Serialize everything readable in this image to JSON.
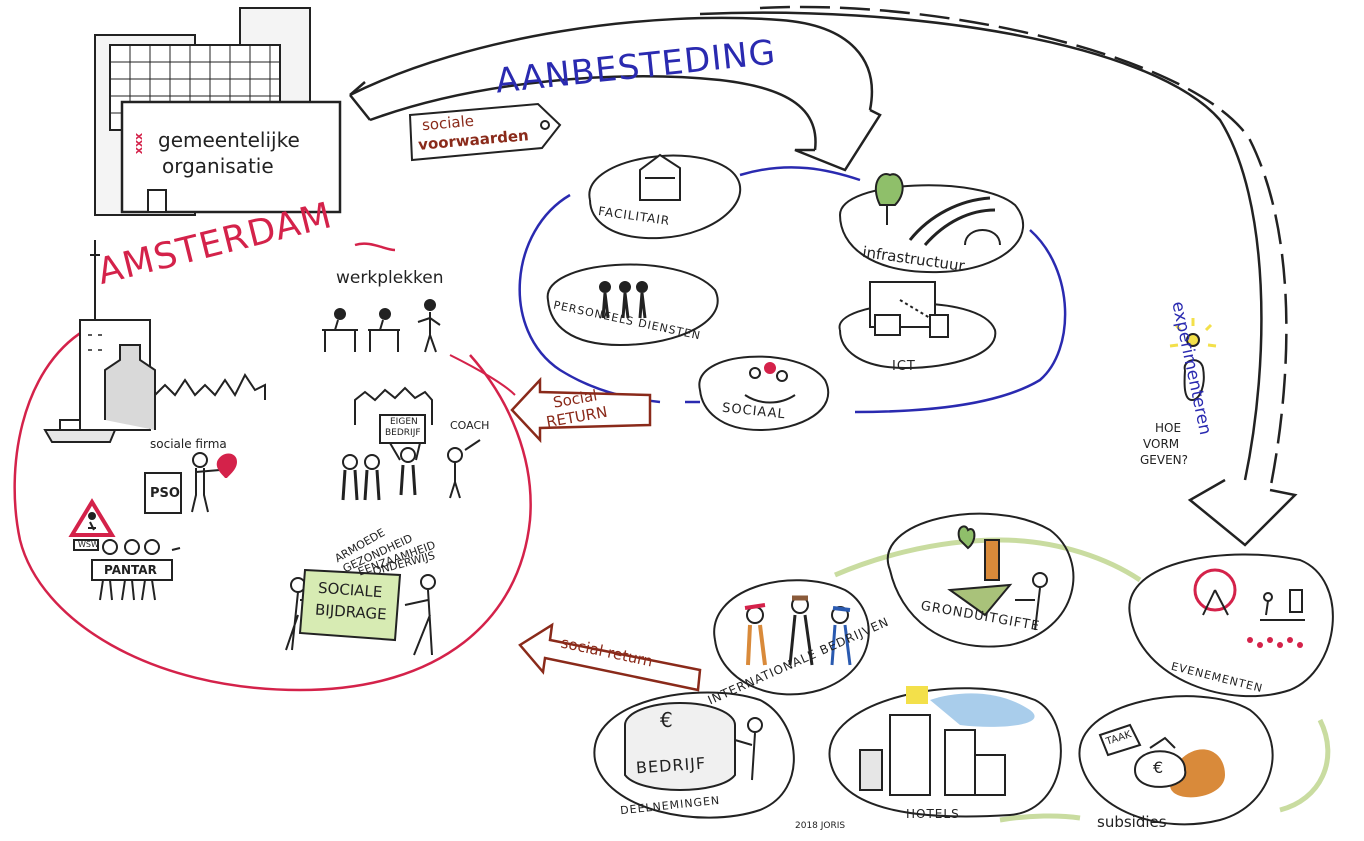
{
  "header": {
    "aanbesteding": "AANBESTEDING",
    "org_line1": "gemeentelijke",
    "org_line2": "organisatie",
    "org_marks": "xxx"
  },
  "amsterdam": {
    "title": "AMSTERDAM",
    "werkplekken": "werkplekken",
    "sociale_firma": "sociale firma",
    "pso": "PSO",
    "pantar": "PANTAR",
    "wsw_sign": "WSW",
    "eigen_bedrijf_line1": "EIGEN",
    "eigen_bedrijf_line2": "BEDRIJF",
    "coach": "COACH",
    "themes": [
      "ARMOEDE",
      "GEZONDHEID",
      "EENZAAMHEID",
      "ONDERWIJS"
    ],
    "sociale_bijdrage_line1": "SOCIALE",
    "sociale_bijdrage_line2": "BIJDRAGE"
  },
  "tag": {
    "line1": "sociale",
    "line2": "voorwaarden"
  },
  "procurement": {
    "facilitair": "FACILITAIR",
    "personeelsdiensten": "PERSONEELS DIENSTEN",
    "infrastructuur": "infrastructuur",
    "ict": "ICT",
    "sociaal": "SOCIAAL"
  },
  "arrows": {
    "social_return_upper_line1": "Social",
    "social_return_upper_line2": "RETURN",
    "social_return_lower": "social return",
    "experimenteren": "experimenteren"
  },
  "hoe": {
    "line1": "HOE",
    "line2": "VORM",
    "line3": "GEVEN?"
  },
  "lower": {
    "internationale_bedrijven": "INTERNATIONALE BEDRIJVEN",
    "gronduitgifte": "GRONDUITGIFTE",
    "evenementen": "EVENEMENTEN",
    "deelnemingen": "DEELNEMINGEN",
    "bedrijf": "BEDRIJF",
    "euro": "€",
    "hotels": "HOTELS",
    "subsidies": "subsidies",
    "taak": "TAAK",
    "credit": "2018 JORIS"
  },
  "colors": {
    "ink": "#222222",
    "red": "#d4224a",
    "blue": "#2a2ab0",
    "brown": "#8a2a1a",
    "green": "#c9dca0",
    "sky": "#a9cdeb",
    "sun": "#f3e04a",
    "orange": "#d98a3a"
  }
}
